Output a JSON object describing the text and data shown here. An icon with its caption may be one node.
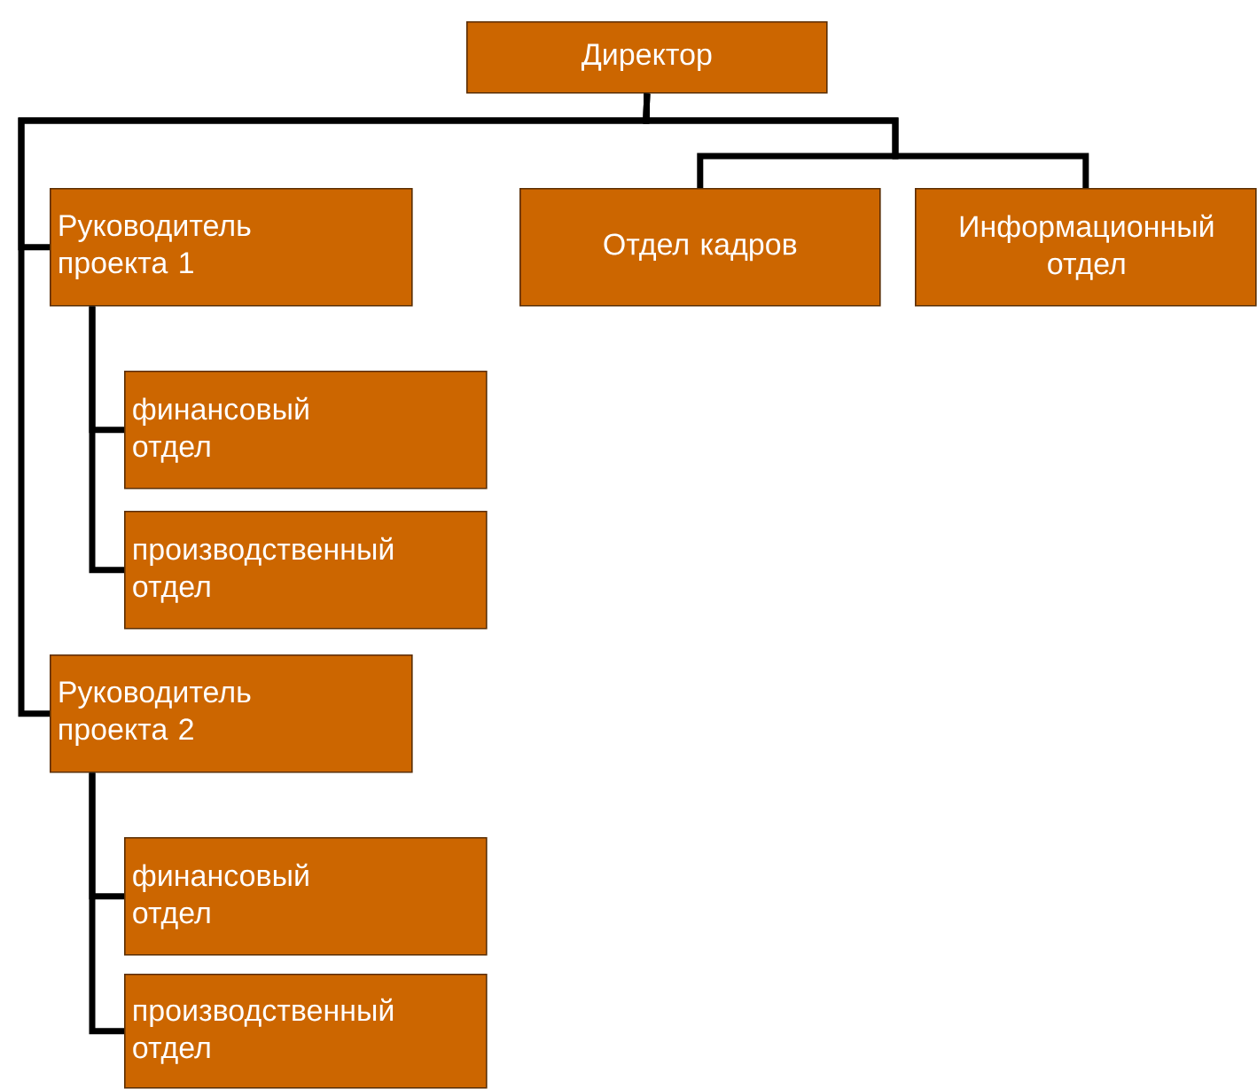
{
  "diagram": {
    "nodes": [
      {
        "text": [
          "Директор"
        ]
      },
      {
        "text": [
          "Руководитель проекта 1"
        ]
      },
      {
        "text": [
          "Отдел кадров"
        ]
      },
      {
        "text": [
          "Информационный отдел"
        ]
      },
      {
        "text": [
          "финансовый отдел"
        ]
      },
      {
        "text": [
          "производственный отдел"
        ]
      },
      {
        "text": [
          "Руководитель проекта 2"
        ]
      },
      {
        "text": [
          "финансовый отдел"
        ]
      },
      {
        "text": [
          "производственный отдел"
        ]
      }
    ],
    "edges": [
      {
        "from": 0,
        "to": 1,
        "arrow": "none"
      },
      {
        "from": 0,
        "to": 2,
        "arrow": "none"
      },
      {
        "from": 0,
        "to": 3,
        "arrow": "none"
      },
      {
        "from": 0,
        "to": 6,
        "arrow": "none"
      },
      {
        "from": 1,
        "to": 4,
        "arrow": "none"
      },
      {
        "from": 1,
        "to": 5,
        "arrow": "none"
      },
      {
        "from": 6,
        "to": 7,
        "arrow": "none"
      },
      {
        "from": 6,
        "to": 8,
        "arrow": "none"
      }
    ]
  }
}
